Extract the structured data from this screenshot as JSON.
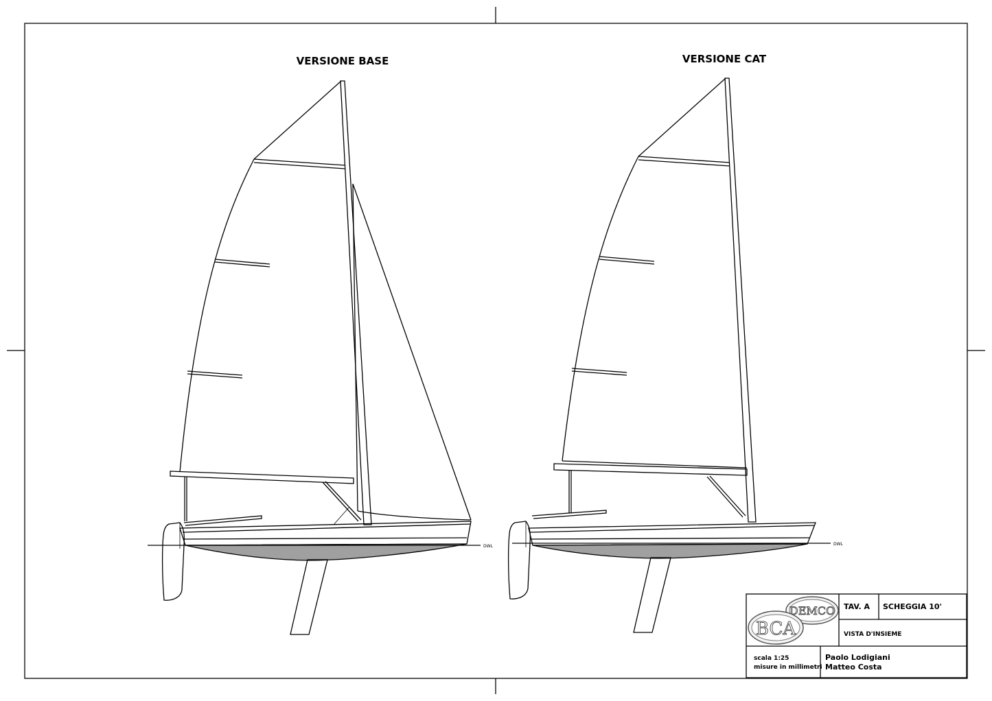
{
  "drawings": [
    {
      "title": "VERSIONE BASE",
      "waterline_label": "DWL"
    },
    {
      "title": "VERSIONE CAT",
      "waterline_label": "DWL"
    }
  ],
  "title_block": {
    "logo_text_top": "DEMCO",
    "logo_text_bottom": "BCA",
    "sheet": "TAV. A",
    "project": "SCHEGGIA 10'",
    "description": "VISTA D'INSIEME",
    "scale": "scala 1:25",
    "units": "misure in millimetri",
    "authors": [
      "Paolo Lodigiani",
      "Matteo Costa"
    ]
  },
  "colors": {
    "line": "#000000",
    "underbody": "#a0a0a0"
  }
}
